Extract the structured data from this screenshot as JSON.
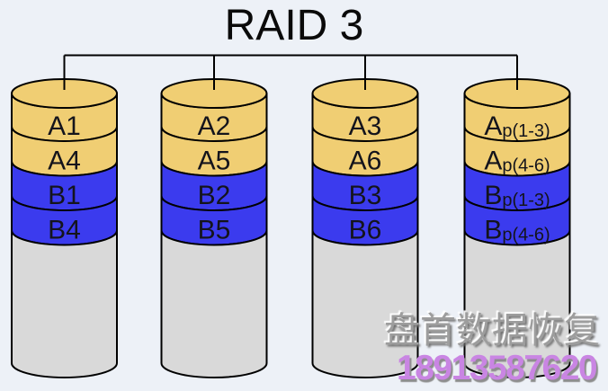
{
  "title": "RAID 3",
  "disks": [
    {
      "segments": [
        {
          "main": "A1",
          "sub": ""
        },
        {
          "main": "A4",
          "sub": ""
        },
        {
          "main": "B1",
          "sub": ""
        },
        {
          "main": "B4",
          "sub": ""
        }
      ]
    },
    {
      "segments": [
        {
          "main": "A2",
          "sub": ""
        },
        {
          "main": "A5",
          "sub": ""
        },
        {
          "main": "B2",
          "sub": ""
        },
        {
          "main": "B5",
          "sub": ""
        }
      ]
    },
    {
      "segments": [
        {
          "main": "A3",
          "sub": ""
        },
        {
          "main": "A6",
          "sub": ""
        },
        {
          "main": "B3",
          "sub": ""
        },
        {
          "main": "B6",
          "sub": ""
        }
      ]
    },
    {
      "segments": [
        {
          "main": "A",
          "sub": "p(1-3)"
        },
        {
          "main": "A",
          "sub": "p(4-6)"
        },
        {
          "main": "B",
          "sub": "p(1-3)"
        },
        {
          "main": "B",
          "sub": "p(4-6)"
        }
      ]
    }
  ],
  "watermark": {
    "company": "盘首数据恢复",
    "phone": "18913587620"
  },
  "colors": {
    "background": "#edf1f7",
    "data_band_a": "#f0ce73",
    "data_band_b": "#3b3bee",
    "empty_band": "#d9d9d9",
    "outline": "#000000",
    "label_text": "#14141c",
    "title_text": "#0a0a0a",
    "watermark_text": "#9d9d9d",
    "watermark_phone": "#c985e3"
  }
}
